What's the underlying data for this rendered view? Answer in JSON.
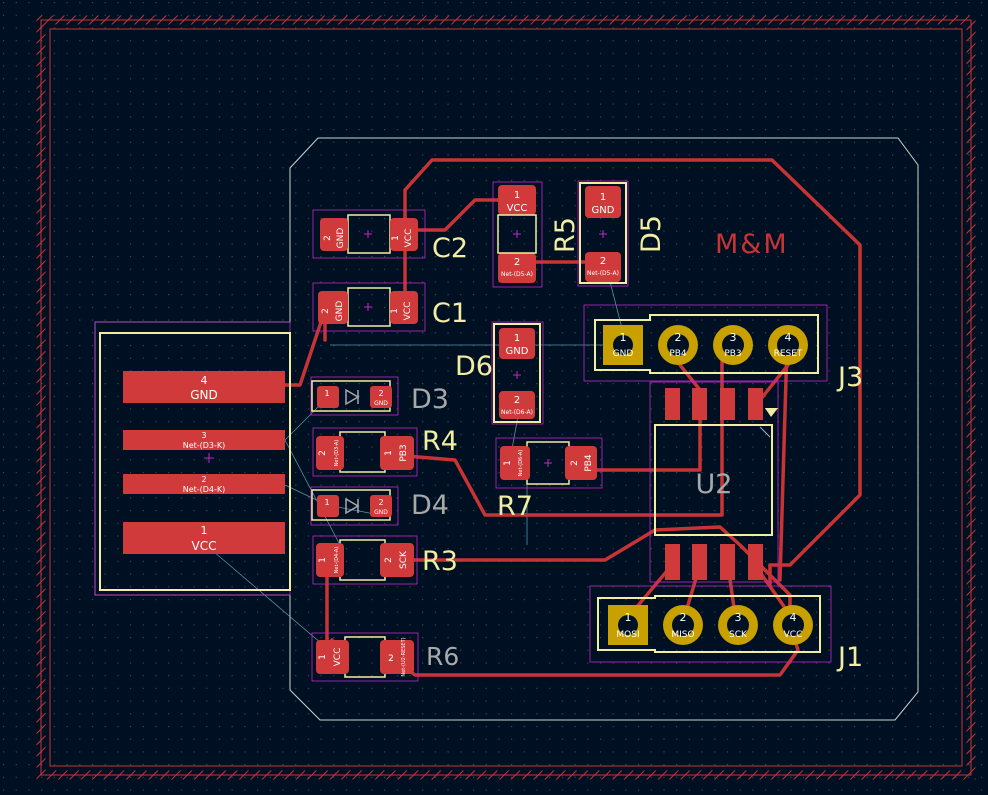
{
  "colors": {
    "background": "#001023",
    "grid_dot": "#3a4a5e",
    "copper": "#c83434",
    "copper_pad": "#d13a3a",
    "silkscreen": "#f2eda1",
    "courtyard": "#c227c2",
    "edge_cuts": "#d0d2cd",
    "keepout_red": "#c83434",
    "ratsnest": "#68b4c8",
    "pad_text": "#ffffff",
    "ref_gray": "#a8a8a8",
    "th_pad": "#c8a000"
  },
  "board_title": "M&M",
  "references": {
    "C2": "C2",
    "C1": "C1",
    "R5": "R5",
    "D5": "D5",
    "D6": "D6",
    "D3": "D3",
    "R4": "R4",
    "D4": "D4",
    "R7": "R7",
    "R3": "R3",
    "R6": "R6",
    "U2": "U2",
    "J3": "J3",
    "J1": "J1"
  },
  "connector_pads": [
    {
      "num": "4",
      "net": "GND"
    },
    {
      "num": "3",
      "net": "Net-(D3-K)"
    },
    {
      "num": "2",
      "net": "Net-(D4-K)"
    },
    {
      "num": "1",
      "net": "VCC"
    }
  ],
  "pad_labels": {
    "c2_p1": "1",
    "c2_p1_net": "VCC",
    "c2_p2": "2",
    "c2_p2_net": "GND",
    "c1_p1": "1",
    "c1_p1_net": "VCC",
    "c1_p2": "2",
    "c1_p2_net": "GND",
    "r5_p1": "1",
    "r5_p1_net": "VCC",
    "r5_p2": "2",
    "r5_p2_net": "Net-(D5-A)",
    "d5_p1": "1",
    "d5_p1_net": "GND",
    "d5_p2": "2",
    "d5_p2_net": "Net-(D5-A)",
    "d6_p1": "1",
    "d6_p1_net": "GND",
    "d6_p2": "2",
    "d6_p2_net": "Net-(D6-A)",
    "d3_p1": "1",
    "d3_p2": "2",
    "d3_p2_net": "GND",
    "r4_p1": "1",
    "r4_p1_net": "PB3",
    "r4_p2": "2",
    "r4_p2_net": "Net-(D3-A)",
    "d4_p1": "1",
    "d4_p2": "2",
    "d4_p2_net": "GND",
    "r7_p1": "1",
    "r7_p1_net": "Net-(D6-A)",
    "r7_p2": "2",
    "r7_p2_net": "PB4",
    "r3_p1": "1",
    "r3_p1_net": "Net-(D4-A)",
    "r3_p2": "2",
    "r3_p2_net": "SCK",
    "r6_p1": "1",
    "r6_p1_net": "VCC",
    "r6_p2": "2",
    "r6_p2_net": "Net-(U2-RESET)"
  },
  "j3_pins": [
    {
      "num": "1",
      "net": "GND"
    },
    {
      "num": "2",
      "net": "PB4"
    },
    {
      "num": "3",
      "net": "PB3"
    },
    {
      "num": "4",
      "net": "RESET"
    }
  ],
  "j1_pins": [
    {
      "num": "1",
      "net": "MOSI"
    },
    {
      "num": "2",
      "net": "MISO"
    },
    {
      "num": "3",
      "net": "SCK"
    },
    {
      "num": "4",
      "net": "VCC"
    }
  ]
}
